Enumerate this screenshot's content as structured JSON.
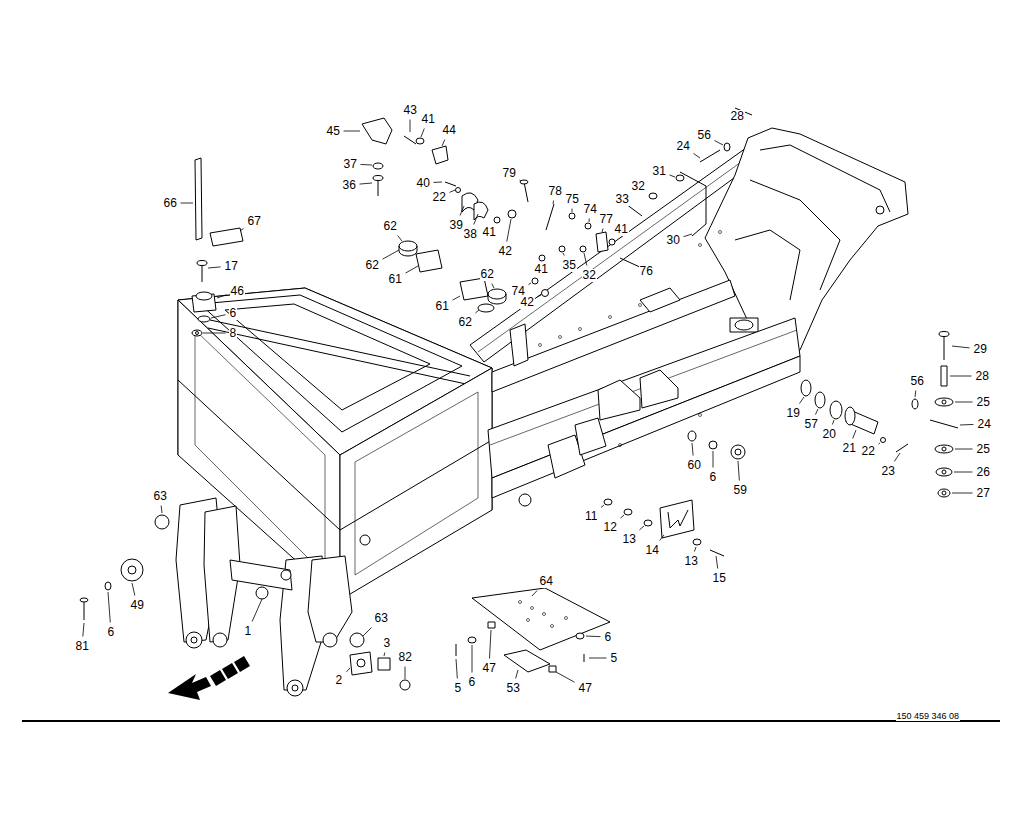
{
  "diagram": {
    "labels": [
      "43",
      "41",
      "45",
      "44",
      "37",
      "79",
      "28",
      "56",
      "24",
      "36",
      "40",
      "22",
      "31",
      "32",
      "78",
      "33",
      "66",
      "75",
      "74",
      "77",
      "39",
      "38",
      "41",
      "42",
      "41",
      "32",
      "35",
      "41",
      "67",
      "30",
      "62",
      "62",
      "61",
      "62",
      "74",
      "76",
      "42",
      "61",
      "62",
      "17",
      "46",
      "6",
      "8",
      "29",
      "28",
      "56",
      "25",
      "24",
      "19",
      "57",
      "20",
      "25",
      "21",
      "22",
      "23",
      "26",
      "27",
      "60",
      "6",
      "59",
      "63",
      "11",
      "12",
      "13",
      "14",
      "13",
      "15",
      "64",
      "49",
      "81",
      "6",
      "1",
      "63",
      "6",
      "5",
      "3",
      "47",
      "82",
      "2",
      "5",
      "6",
      "53",
      "47",
      "150 459 346 08"
    ]
  }
}
